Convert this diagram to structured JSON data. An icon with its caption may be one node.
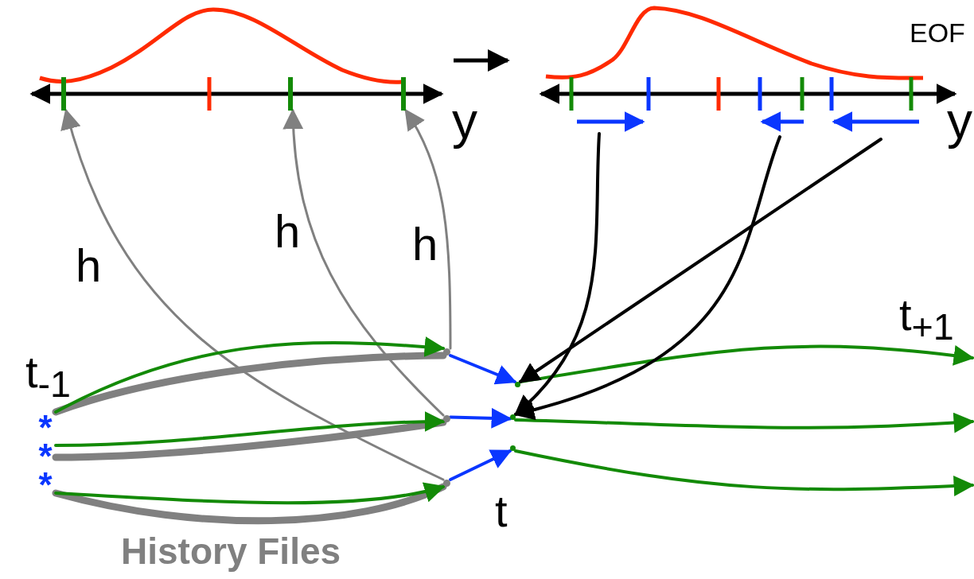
{
  "diagram": {
    "nodes": [
      {
        "text": [],
        "shape": "bar"
      },
      {
        "text": [],
        "shape": "bar"
      },
      {
        "text": [],
        "shape": "bar"
      },
      {
        "text": [
          "*"
        ]
      },
      {
        "text": [
          "*"
        ]
      },
      {
        "text": [
          "*"
        ]
      },
      {
        "text": [],
        "shape": "point"
      },
      {
        "text": [],
        "shape": "point"
      },
      {
        "text": [],
        "shape": "point"
      },
      {
        "text": [],
        "shape": "point"
      },
      {
        "text": [],
        "shape": "point"
      },
      {
        "text": [],
        "shape": "point"
      }
    ],
    "edges": [
      {
        "from": 8,
        "to": 0,
        "arrow": "to",
        "label": "h",
        "color": "#808080"
      },
      {
        "from": 7,
        "to": 1,
        "arrow": "to",
        "label": "h",
        "color": "#808080"
      },
      {
        "from": 6,
        "to": 2,
        "arrow": "to",
        "label": "h",
        "color": "#808080"
      },
      {
        "from": 3,
        "to": 6,
        "arrow": "none",
        "style": "thick",
        "color": "#808080"
      },
      {
        "from": 4,
        "to": 7,
        "arrow": "none",
        "style": "thick",
        "color": "#808080"
      },
      {
        "from": 5,
        "to": 8,
        "arrow": "none",
        "style": "thick",
        "color": "#808080"
      },
      {
        "from": 3,
        "to": 6,
        "arrow": "to",
        "color": "#138a07"
      },
      {
        "from": 4,
        "to": 7,
        "arrow": "to",
        "color": "#138a07"
      },
      {
        "from": 5,
        "to": 8,
        "arrow": "to",
        "color": "#138a07"
      },
      {
        "from": 6,
        "to": 9,
        "arrow": "to",
        "color": "#0a36ff"
      },
      {
        "from": 7,
        "to": 10,
        "arrow": "to",
        "color": "#0a36ff"
      },
      {
        "from": 8,
        "to": 11,
        "arrow": "to",
        "color": "#0a36ff"
      },
      {
        "from": 9,
        "to": null,
        "arrow": "to",
        "color": "#138a07"
      },
      {
        "from": 10,
        "to": null,
        "arrow": "to",
        "color": "#138a07"
      },
      {
        "from": 11,
        "to": null,
        "arrow": "to",
        "color": "#138a07"
      },
      {
        "from": null,
        "to": 10,
        "arrow": "to",
        "color": "#000000"
      },
      {
        "from": null,
        "to": 10,
        "arrow": "to",
        "color": "#000000"
      },
      {
        "from": null,
        "to": 9,
        "arrow": "to",
        "color": "#000000"
      }
    ],
    "labels": [
      "EOF",
      "y",
      "y",
      "t$_{+1}$",
      "t$_{-1}$",
      "t",
      "History Files"
    ]
  }
}
